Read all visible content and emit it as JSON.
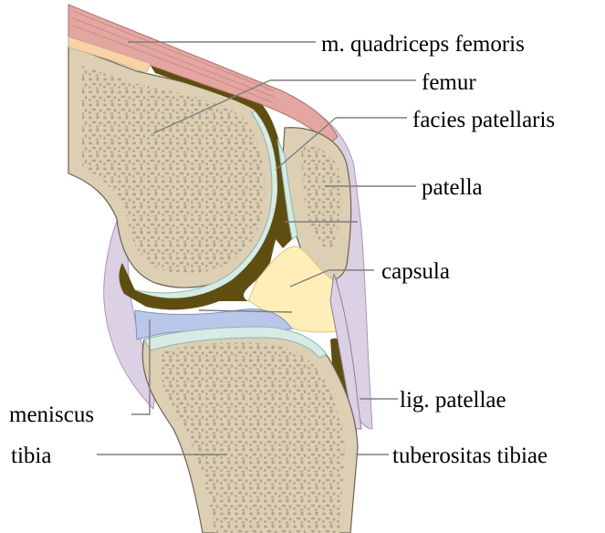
{
  "labels": {
    "quadriceps": "m. quadriceps femoris",
    "femur": "femur",
    "facies": "facies patellaris",
    "patella": "patella",
    "capsula": "capsula",
    "meniscus": "meniscus",
    "lig_patellae": "lig. patellae",
    "tibia": "tibia",
    "tuberositas": "tuberositas tibiae"
  },
  "colors": {
    "bone": "#dccfb4",
    "bone_spots": "#b3a68d",
    "cartilage": "#d5ebe4",
    "cartilage_edge": "#8fb5ad",
    "synovial_space": "#5f4e12",
    "muscle": "#e3a6a0",
    "fat_pad": "#ffeeb8",
    "meniscus": "#b9c8ea",
    "capsule_membrane": "#dcd0e4",
    "tendon_strip": "#f6d2a6",
    "outline": "#6d6152"
  }
}
